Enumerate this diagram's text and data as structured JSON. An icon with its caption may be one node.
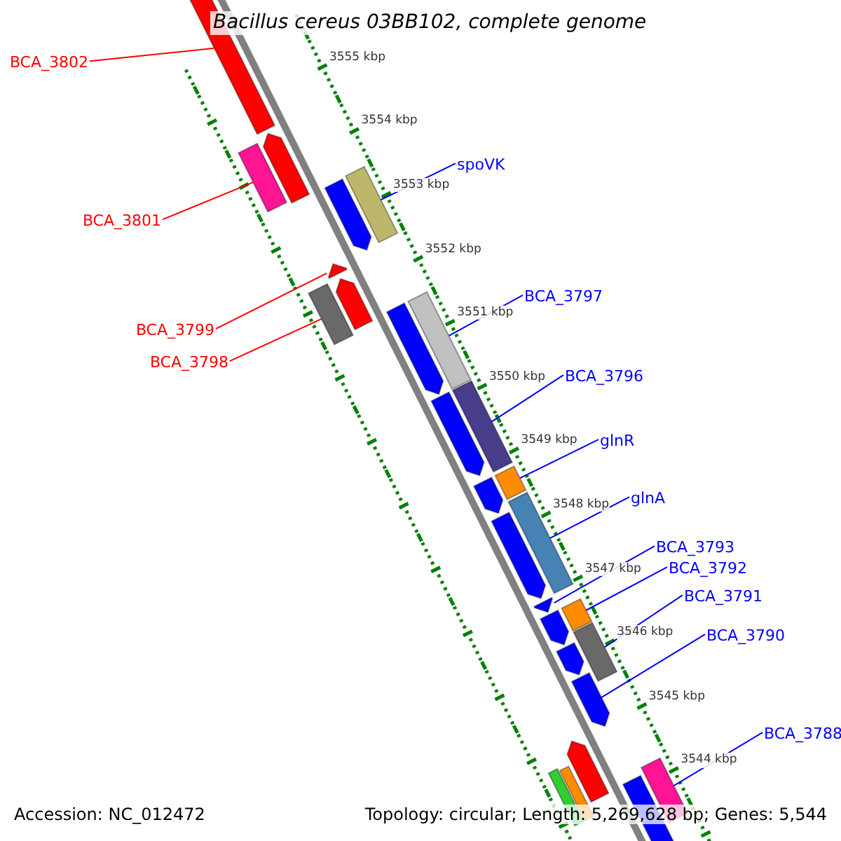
{
  "diagram": {
    "title": "Bacillus cereus 03BB102, complete genome",
    "nodes": [
      {
        "text": [
          "BCA_3802"
        ]
      },
      {
        "text": [
          "BCA_3801"
        ]
      },
      {
        "text": [
          "BCA_3799"
        ]
      },
      {
        "text": [
          "BCA_3798"
        ]
      },
      {
        "text": [
          "spoVK"
        ]
      },
      {
        "text": [
          "BCA_3797"
        ]
      },
      {
        "text": [
          "BCA_3796"
        ]
      },
      {
        "text": [
          "glnR"
        ]
      },
      {
        "text": [
          "glnA"
        ]
      },
      {
        "text": [
          "BCA_3793"
        ]
      },
      {
        "text": [
          "BCA_3792"
        ]
      },
      {
        "text": [
          "BCA_3791"
        ]
      },
      {
        "text": [
          "BCA_3790"
        ]
      },
      {
        "text": [
          "BCA_3788"
        ]
      },
      {
        "text": [],
        "shape": "bar"
      },
      {
        "text": [],
        "shape": "bar"
      },
      {
        "text": [],
        "shape": "bar"
      },
      {
        "text": [],
        "shape": "bar"
      },
      {
        "text": [],
        "shape": "bar"
      },
      {
        "text": [],
        "shape": "bar"
      },
      {
        "text": [],
        "shape": "bar"
      },
      {
        "text": [],
        "shape": "bar"
      },
      {
        "text": [],
        "shape": "bar"
      },
      {
        "text": [],
        "shape": "bar"
      },
      {
        "text": [],
        "shape": "bar"
      },
      {
        "text": [],
        "shape": "bar"
      },
      {
        "text": [],
        "shape": "bar"
      },
      {
        "text": [],
        "shape": "bar"
      }
    ],
    "edges": [
      {
        "from": 0,
        "to": 14,
        "arrow": "none",
        "color": "#ff0000"
      },
      {
        "from": 1,
        "to": 15,
        "arrow": "none",
        "color": "#ff0000"
      },
      {
        "from": 2,
        "to": 17,
        "arrow": "none",
        "color": "#ff0000"
      },
      {
        "from": 3,
        "to": 18,
        "arrow": "none",
        "color": "#ff0000"
      },
      {
        "from": 4,
        "to": 16,
        "arrow": "none"
      },
      {
        "from": 5,
        "to": 19,
        "arrow": "none"
      },
      {
        "from": 6,
        "to": 20,
        "arrow": "none"
      },
      {
        "from": 7,
        "to": 21,
        "arrow": "none"
      },
      {
        "from": 8,
        "to": 22,
        "arrow": "none"
      },
      {
        "from": 9,
        "to": 23,
        "arrow": "none"
      },
      {
        "from": 10,
        "to": 24,
        "arrow": "none"
      },
      {
        "from": 11,
        "to": 25,
        "arrow": "none"
      },
      {
        "from": 12,
        "to": 26,
        "arrow": "none"
      },
      {
        "from": 13,
        "to": 27,
        "arrow": "none"
      }
    ],
    "labels": [
      "3555 kbp",
      "3554 kbp",
      "3553 kbp",
      "3552 kbp",
      "3551 kbp",
      "3550 kbp",
      "3549 kbp",
      "3548 kbp",
      "3547 kbp",
      "3546 kbp",
      "3545 kbp",
      "3544 kbp",
      "Accession: NC_012472",
      "Topology: circular; Length: 5,269,628 bp; Genes: 5,544"
    ]
  }
}
